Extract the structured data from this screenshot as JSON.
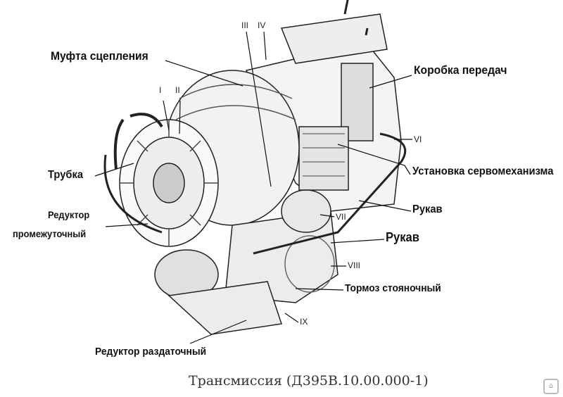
{
  "title": "Трансмиссия (Д395В.10.00.000-1)",
  "labels": {
    "clutch": "Муфта сцепления",
    "gearbox": "Коробка передач",
    "tube": "Трубка",
    "servo": "Установка сервомеханизма",
    "intermediate_reducer_1": "Редуктор",
    "intermediate_reducer_2": "промежуточный",
    "hose_1": "Рукав",
    "hose_2": "Рукав",
    "parking_brake": "Тормоз стояночный",
    "transfer_reducer": "Редуктор раздаточный"
  },
  "numerals": {
    "i": "I",
    "ii": "II",
    "iii": "III",
    "iv": "IV",
    "vi": "VI",
    "vii": "VII",
    "viii": "VIII",
    "ix": "IX"
  }
}
